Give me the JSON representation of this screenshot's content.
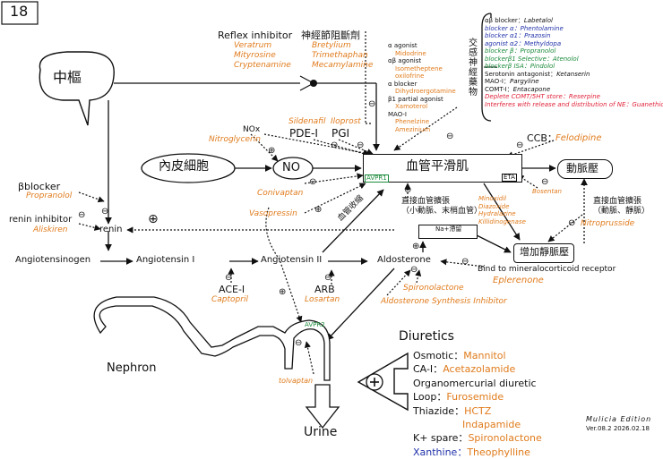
{
  "page_number": "18",
  "nodes": {
    "cns": "中樞",
    "endothelium": "內皮細胞",
    "no": "NO",
    "vascular_smooth_muscle": "血管平滑肌",
    "arterial_pressure": "動脈壓",
    "na_retention": "Na+滯留",
    "venous_pressure": "增加靜脈壓",
    "renin": "renin",
    "angiotensinogen": "Angiotensinogen",
    "angiotensin_i": "Angiotensin I",
    "angiotensin_ii": "Angiotensin II",
    "aldosterone": "Aldosterone",
    "nephron": "Nephron",
    "urine": "Urine"
  },
  "reflex_inhibitor": {
    "title": "Reflex inhibitor",
    "drugs": [
      "Veratrum",
      "Mityrosine",
      "Cryptenamine"
    ]
  },
  "ganglion_blocker": {
    "title": "神經節阻斷劑",
    "drugs": [
      "Bretylium",
      "Trimethaphan",
      "Mecamylamine"
    ]
  },
  "adrenergic": {
    "alpha_agonist": {
      "label": "α agonist",
      "drug": "Midodrine"
    },
    "ab_agonist": {
      "label": "αβ agonist",
      "drugs": [
        "Isometheptene",
        "oxilofrine"
      ]
    },
    "alpha_blocker": {
      "label": "α blocker",
      "drug": "Dihydroergotamine"
    },
    "b1_partial": {
      "label": "β1 partial agonist",
      "drug": "Xamoterol"
    },
    "mao_i": {
      "label": "MAO-I",
      "drugs": [
        "Phenelzine",
        "Amezinium"
      ]
    }
  },
  "sympathetic": {
    "title": "交感神經藥物",
    "items": [
      {
        "label": "αβ blocker：",
        "drug": "Labetalol"
      },
      {
        "label": "blocker α：",
        "drug": "Phentolamine"
      },
      {
        "label": "blocker α1：",
        "drug": "Prazosin"
      },
      {
        "label": "agonist α2：",
        "drug": "Methyldopa"
      },
      {
        "label": "blocker β：",
        "drug": "Propranolol"
      },
      {
        "label": "blockerβ1  Selective：",
        "drug": "Atenolol"
      },
      {
        "label": "blockerβ  ISA：",
        "drug": "Pindolol"
      },
      {
        "label": "Serotonin antagonist：",
        "drug": "Ketanserin"
      },
      {
        "label": "MAO-I：",
        "drug": "Pargyline"
      },
      {
        "label": "COMT-I：",
        "drug": "Entacapone"
      },
      {
        "label": "Deplete COMT/5HT store：",
        "drug": "Reserpine"
      },
      {
        "label": "Interferes with release and distribution of NE：",
        "drug": "Guanethidine"
      }
    ]
  },
  "nitrates": {
    "label": "NOx",
    "drug": "Nitroglycerin"
  },
  "pde": {
    "label": "PDE-I",
    "drug": "Sildenafil"
  },
  "pgi": {
    "label": "PGI",
    "drug": "Iloprost"
  },
  "receptors": {
    "avpr1": "AVPR1",
    "avpr2": "AVPR2",
    "eta": "ETA"
  },
  "ccb": {
    "label": "CCB：",
    "drug": "Felodipine"
  },
  "bosentan": {
    "drug": "Bosentan"
  },
  "avp_antagonist": {
    "drug": "Conivaptan"
  },
  "avp_agonist": {
    "drug": "Vasopressin"
  },
  "avp2_antagonist": {
    "drug": "tolvaptan"
  },
  "labels": {
    "vasoconstriction": "血管收縮"
  },
  "direct_vasodilator_arterial": {
    "title": "直接血管擴張",
    "subtitle": "（小動脈、末梢血管）",
    "drugs": [
      "Minoxidil",
      "Diazoxide",
      "Hydralazine",
      "Killidinogenase"
    ]
  },
  "direct_vasodilator_both": {
    "title": "直接血管擴張",
    "subtitle": "（動脈、靜脈）",
    "drug": "Nitroprusside"
  },
  "beta_blocker": {
    "label": "βblocker",
    "drug": "Propranolol"
  },
  "renin_inhibitor": {
    "label": "renin inhibitor",
    "drug": "Aliskiren"
  },
  "ace_inhibitor": {
    "label": "ACE-I",
    "drug": "Captopril"
  },
  "arb": {
    "label": "ARB",
    "drug": "Losartan"
  },
  "aldosterone_antagonist": {
    "drug": "Spironolactone"
  },
  "mineralocorticoid": {
    "label": "Bind to mineralocorticoid receptor",
    "drug": "Eplerenone"
  },
  "aldosterone_synthesis": {
    "label": "Aldosterone Synthesis Inhibitor"
  },
  "diuretics": {
    "title": "Diuretics",
    "items": [
      {
        "label": "Osmotic：",
        "drug": "Mannitol"
      },
      {
        "label": "CA-I：",
        "drug": "Acetazolamide"
      },
      {
        "label": "Organomercurial diuretic",
        "drug": ""
      },
      {
        "label": "Loop：",
        "drug": "Furosemide"
      },
      {
        "label": "Thiazide：",
        "drug": "HCTZ"
      },
      {
        "label": "",
        "drug": "Indapamide"
      },
      {
        "label": "K+ spare：",
        "drug": "Spironolactone"
      },
      {
        "label": "Xanthine：",
        "drug": "Theophylline"
      }
    ]
  },
  "footer": {
    "edition": "Mulicia Edition",
    "version": "Ver.08.2  2026.02.18"
  }
}
